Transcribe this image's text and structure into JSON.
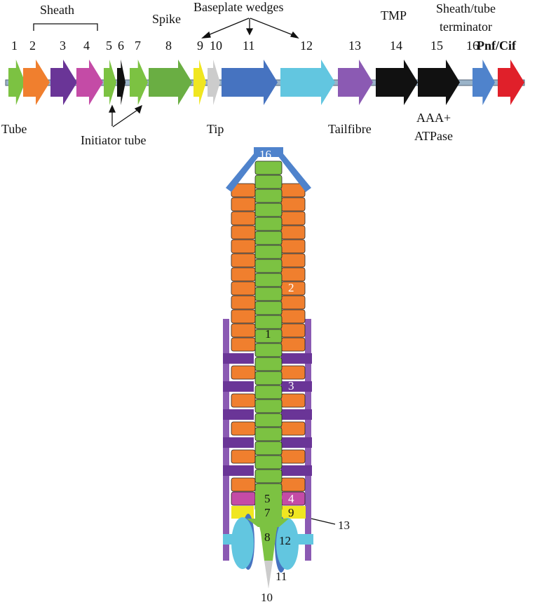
{
  "operon": {
    "genes": [
      {
        "num": "1",
        "color": "#7cc242"
      },
      {
        "num": "2",
        "color": "#f07f2e"
      },
      {
        "num": "3",
        "color": "#6a3597"
      },
      {
        "num": "4",
        "color": "#c44ba6"
      },
      {
        "num": "5",
        "color": "#7cc242"
      },
      {
        "num": "6",
        "color": "#111111"
      },
      {
        "num": "7",
        "color": "#7cc242"
      },
      {
        "num": "8",
        "color": "#6aae43"
      },
      {
        "num": "9",
        "color": "#f0e620"
      },
      {
        "num": "10",
        "color": "#cccccc"
      },
      {
        "num": "11",
        "color": "#4673c0"
      },
      {
        "num": "12",
        "color": "#62c6e0"
      },
      {
        "num": "13",
        "color": "#8b5ab3"
      },
      {
        "num": "14",
        "color": "#111111"
      },
      {
        "num": "15",
        "color": "#111111"
      },
      {
        "num": "16",
        "color": "#4f83cc"
      },
      {
        "num": "Pnf/Cif",
        "color": "#e0202a"
      }
    ],
    "labels": {
      "sheath": "Sheath",
      "spike": "Spike",
      "baseplate_wedges": "Baseplate wedges",
      "tmp": "TMP",
      "sheath_tube_terminator_1": "Sheath/tube",
      "sheath_tube_terminator_2": "terminator",
      "tube": "Tube",
      "initiator_tube": "Initiator tube",
      "tip": "Tip",
      "tailfibre": "Tailfibre",
      "aaa_1": "AAA+",
      "aaa_2": "ATPase"
    }
  },
  "structure": {
    "labels": {
      "terminator": "16",
      "tube": "1",
      "sheath": "2",
      "sheath_alt": "3",
      "sheath_base": "4",
      "initiator": "5",
      "initiator_2": "7",
      "spike": "8",
      "wedge9": "9",
      "tip": "10",
      "wedge11": "11",
      "wedge12": "12",
      "fibre": "13"
    },
    "colors": {
      "tube": "#7cc242",
      "sheath": "#f07f2e",
      "sheath_alt": "#6a3597",
      "sheath_base": "#c44ba6",
      "wedge9": "#f0e620",
      "wedge11": "#4673c0",
      "wedge12": "#62c6e0",
      "fibre": "#8b5ab3",
      "terminator": "#4f83cc",
      "tip": "#cccccc"
    }
  }
}
